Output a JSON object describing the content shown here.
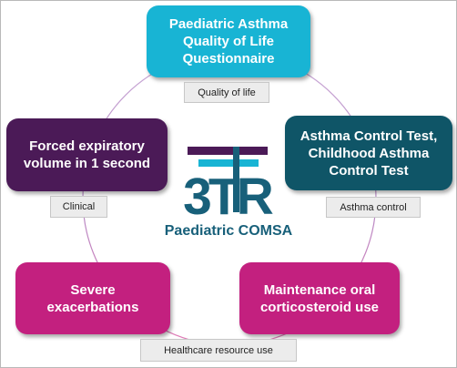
{
  "nodes": {
    "quality_of_life": "Paediatric Asthma\nQuality of Life\nQuestionnaire",
    "fev1": "Forced expiratory\nvolume in 1 second",
    "asthma_control": "Asthma Control Test,\nChildhood Asthma\nControl Test",
    "severe_exacerbations": "Severe\nexacerbations",
    "maintenance_ocs": "Maintenance oral\ncorticosteroid use"
  },
  "tags": {
    "quality_of_life": "Quality of life",
    "clinical": "Clinical",
    "asthma_control": "Asthma control",
    "healthcare": "Healthcare resource use"
  },
  "center": {
    "logo_text": "3TR",
    "subtitle": "Paediatric COMSA"
  },
  "colors": {
    "cyan": "#18b4d4",
    "purple": "#4b1a57",
    "teal": "#0f5567",
    "magenta": "#c3207f",
    "tag_bg": "#ececec"
  }
}
